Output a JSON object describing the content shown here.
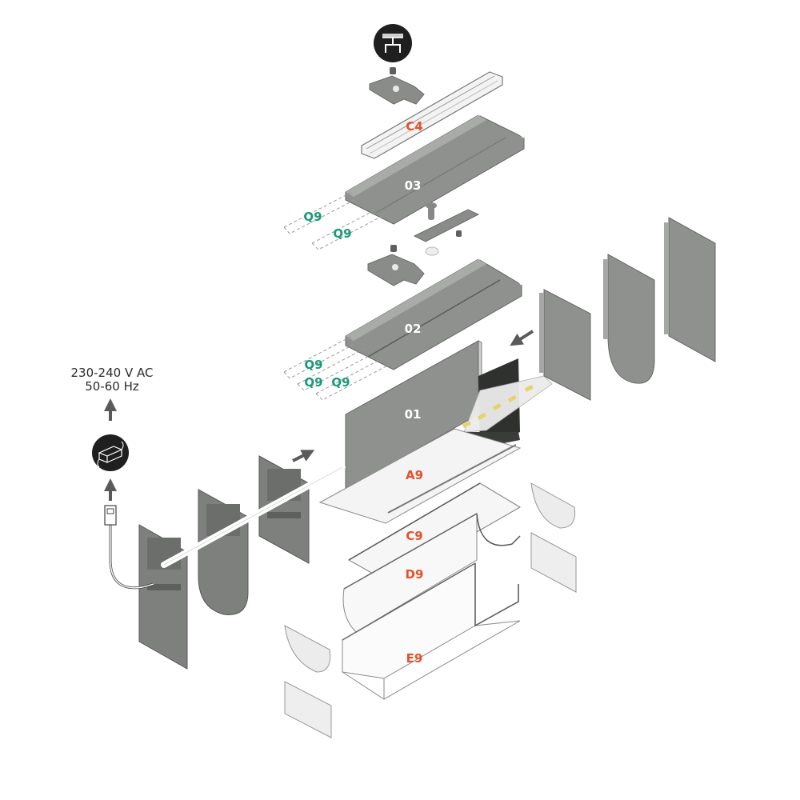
{
  "diagram": {
    "type": "exploded-assembly",
    "colors": {
      "profile_gray": "#8f918f",
      "profile_gray_dark": "#6e706e",
      "profile_gray_light": "#a9aba9",
      "diffuser": "#f4f4f4",
      "outline": "#555555",
      "accessory_label": "#e4522b",
      "mount_label": "#1a9a7a",
      "profile_label": "#ffffff",
      "icon_bg": "#1f1f1f",
      "arrow": "#5a5a5a",
      "led": "#e8d36a"
    },
    "power": {
      "voltage": "230-240 V AC",
      "frequency": "50-60 Hz",
      "driver_icon": "power-supply-icon"
    },
    "mounting_icon": "ceiling-mount-icon",
    "labels": {
      "profiles": [
        "03",
        "02",
        "01"
      ],
      "covers": [
        "C4",
        "A9",
        "C9",
        "D9",
        "E9"
      ],
      "mounts": [
        "Q9",
        "Q9",
        "Q9",
        "Q9",
        "Q9"
      ]
    }
  }
}
